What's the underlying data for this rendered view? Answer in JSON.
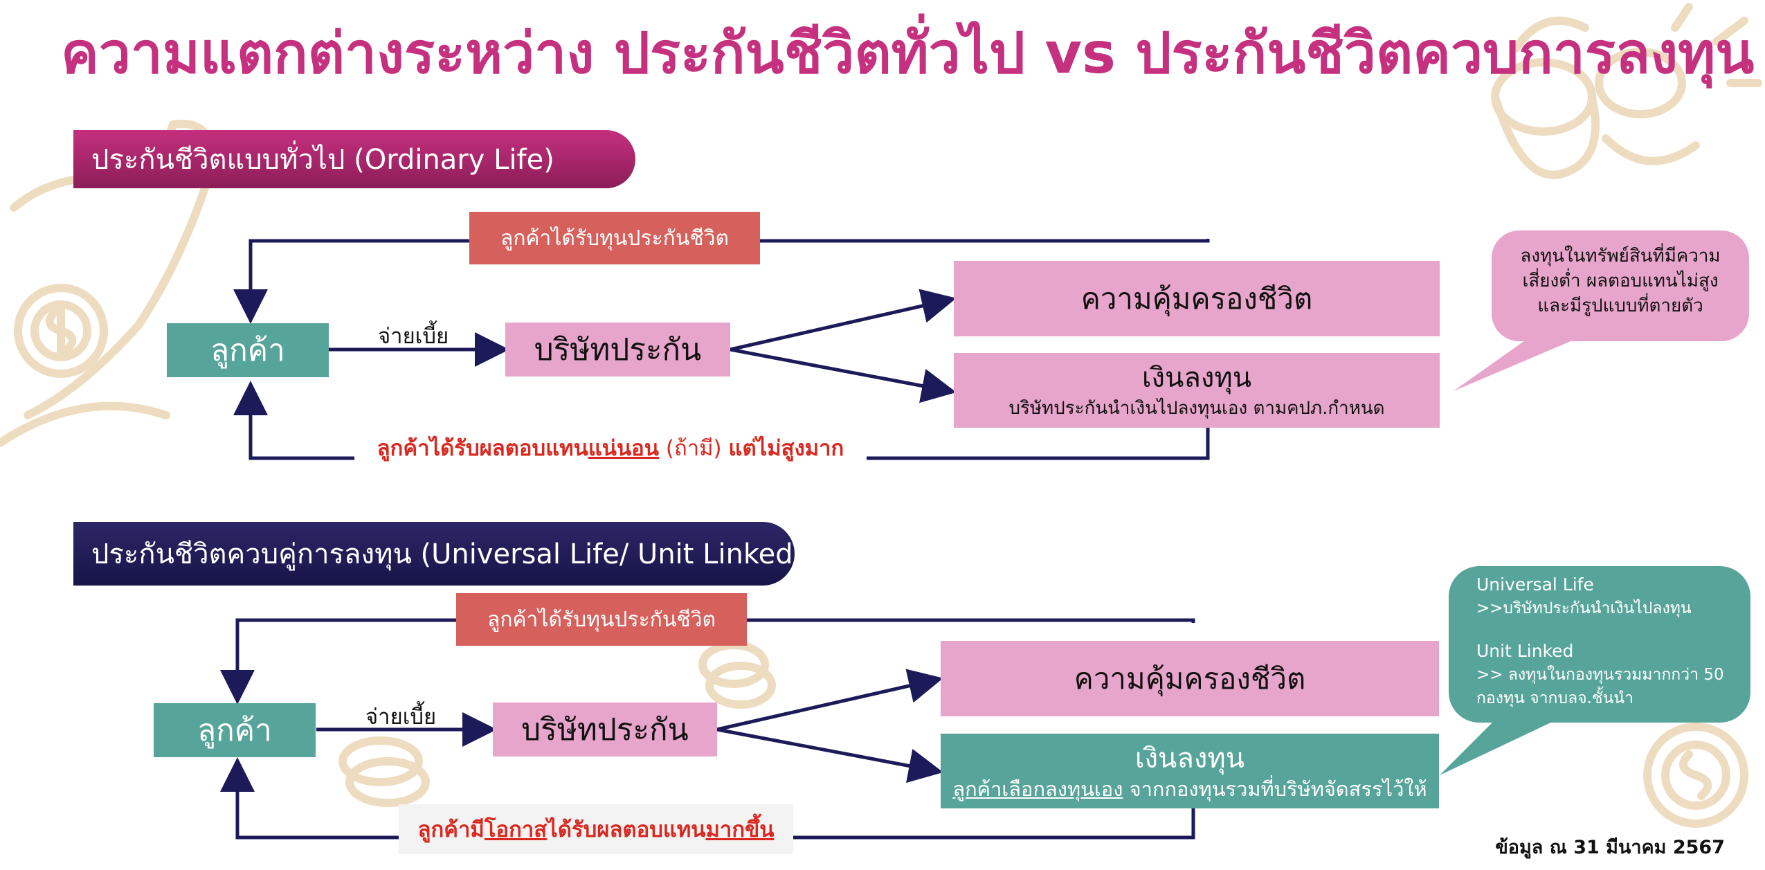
{
  "title": "ความแตกต่างระหว่าง ประกันชีวิตทั่วไป vs ประกันชีวิตควบการลงทุน",
  "colors": {
    "title": "#c5307f",
    "teal": "#57a49a",
    "pink": "#e8a5cc",
    "red_box": "#d5605c",
    "navy": "#1c1a58",
    "red_text": "#d9281f"
  },
  "section1": {
    "header": "ประกันชีวิตแบบทั่วไป (Ordinary Life)",
    "customer": "ลูกค้า",
    "pay_label": "จ่ายเบี้ย",
    "insurer": "บริษัทประกัน",
    "sum_assured": "ลูกค้าได้รับทุนประกันชีวิต",
    "life_cover": "ความคุ้มครองชีวิต",
    "investment": "เงินลงทุน",
    "investment_note": "บริษัทประกันนำเงินไปลงทุนเอง ตามคปภ.กำหนด",
    "return_part1": "ลูกค้าได้รับผลตอบแทน",
    "return_part2": "แน่นอน",
    "return_part3": " (ถ้ามี) ",
    "return_part4": "แต่ไม่สูงมาก",
    "bubble_line1": "ลงทุนในทรัพย์สินที่มีความ",
    "bubble_line2": "เสี่ยงต่ำ ผลตอบแทนไม่สูง",
    "bubble_line3": "และมีรูปแบบที่ตายตัว"
  },
  "section2": {
    "header": "ประกันชีวิตควบคู่การลงทุน (Universal Life/ Unit Linked)",
    "customer": "ลูกค้า",
    "pay_label": "จ่ายเบี้ย",
    "insurer": "บริษัทประกัน",
    "sum_assured": "ลูกค้าได้รับทุนประกันชีวิต",
    "life_cover": "ความคุ้มครองชีวิต",
    "investment": "เงินลงทุน",
    "investment_note_part1": "ลูกค้าเลือกลงทุนเอง",
    "investment_note_part2": " จากกองทุนรวมที่บริษัทจัดสรรไว้ให้",
    "return_part1": "ลูกค้ามี",
    "return_part2": "โอกาส",
    "return_part3": "ได้รับผลตอบแทน",
    "return_part4": "มากขึ้น",
    "bubble_ul_title": "Universal Life",
    "bubble_ul_text": ">>บริษัทประกันนำเงินไปลงทุน",
    "bubble_unit_title": "Unit Linked",
    "bubble_unit_line1": ">> ลงทุนในกองทุนรวมมากกว่า 50",
    "bubble_unit_line2": "กองทุน จากบลจ.ชั้นนำ"
  },
  "footer": "ข้อมูล ณ 31 มีนาคม 2567"
}
